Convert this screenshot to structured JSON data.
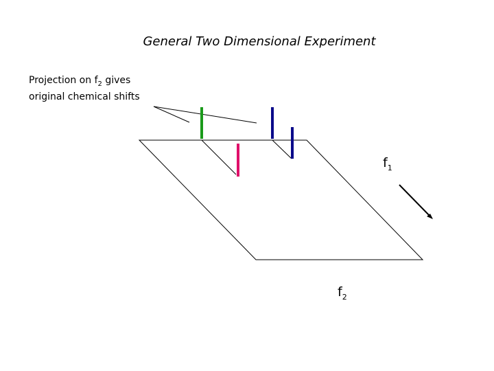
{
  "title": "General Two Dimensional Experiment",
  "note": {
    "line1_prefix": "Projection on f",
    "line1_sub": "2",
    "line1_suffix": " gives",
    "line2": "original chemical shifts"
  },
  "axes": {
    "f1": {
      "base": "f",
      "sub": "1"
    },
    "f2": {
      "base": "f",
      "sub": "2"
    }
  },
  "colors": {
    "green_peak": "#1a9a1a",
    "pink_peak": "#e0106a",
    "blue_peak": "#0a0a8a",
    "lines": "#000000"
  }
}
